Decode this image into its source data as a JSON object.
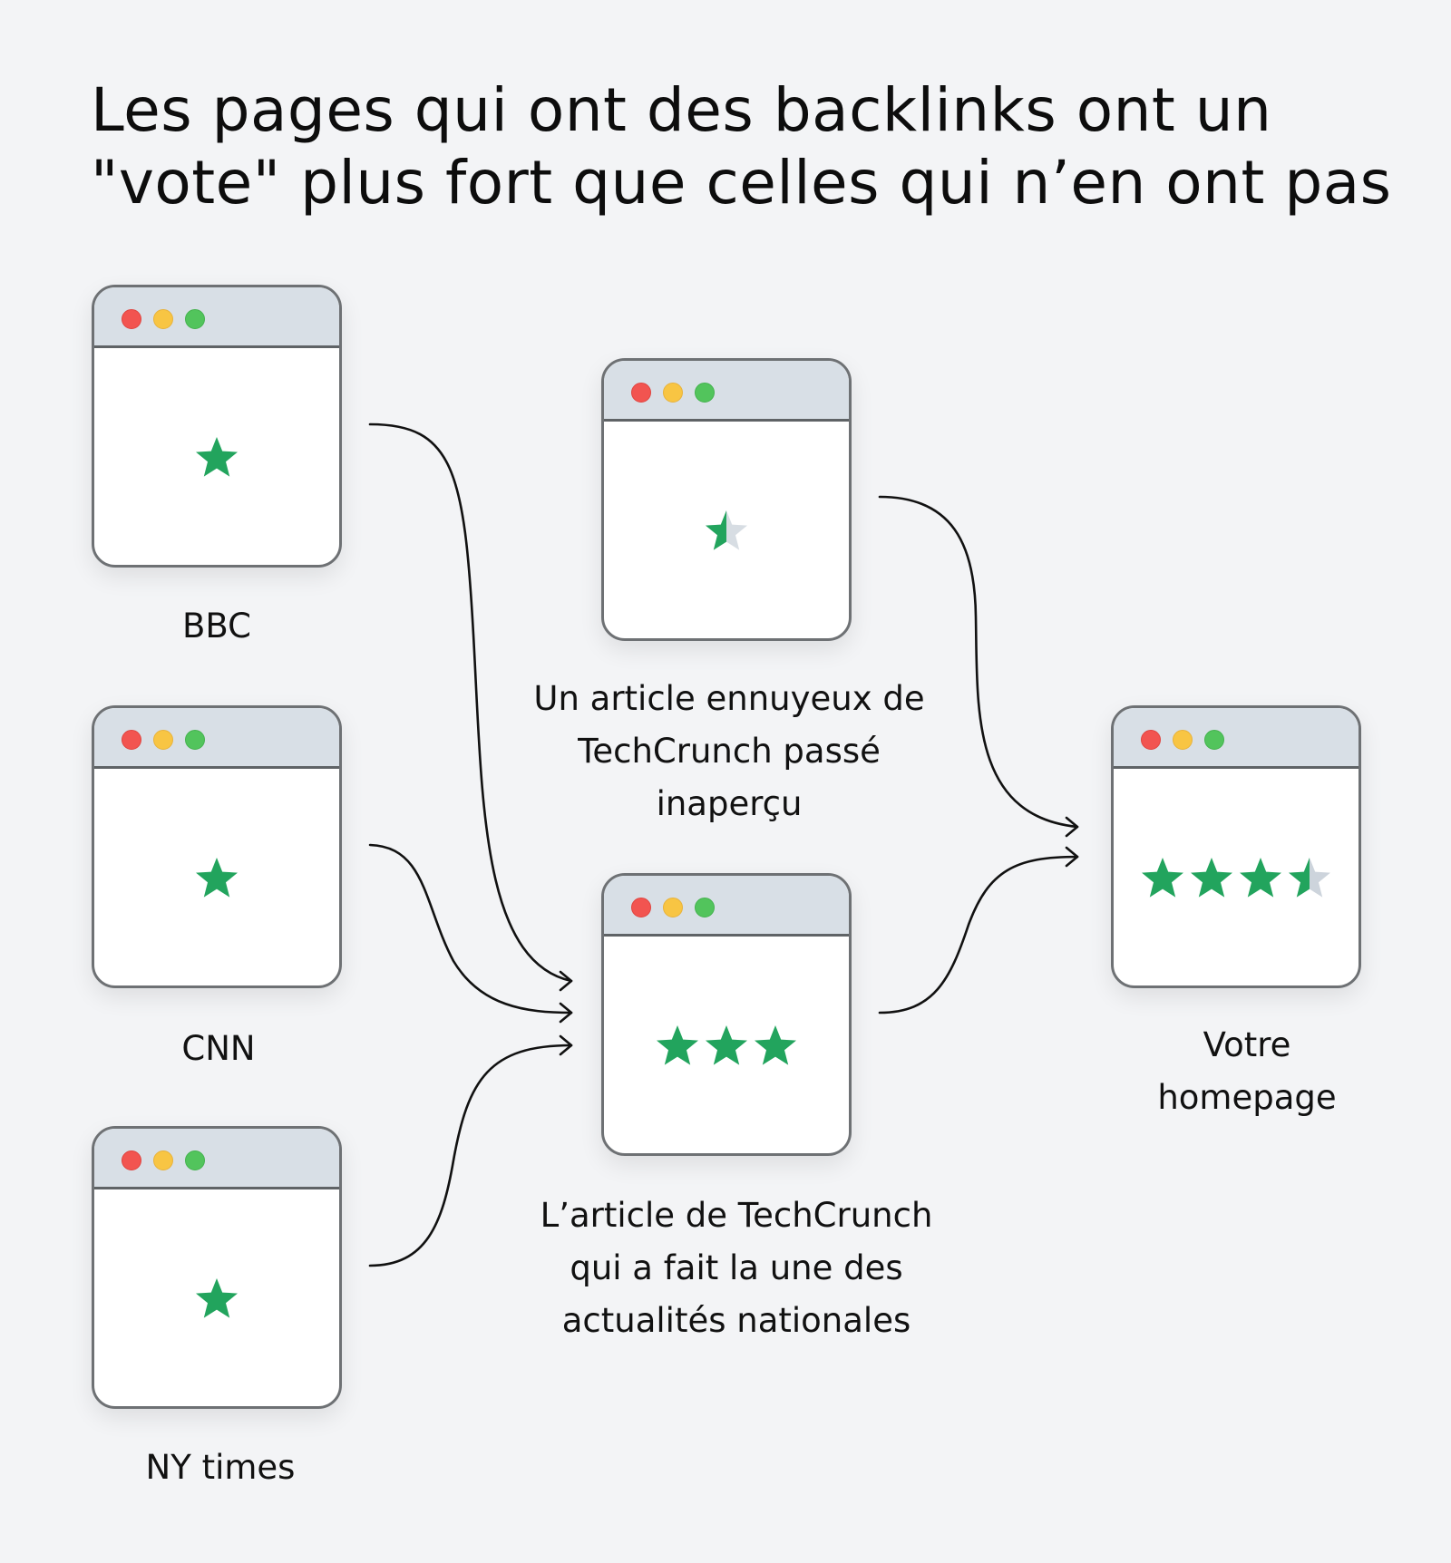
{
  "title": {
    "line1": "Les pages qui ont des backlinks ont un",
    "line2": "\"vote\" plus fort que celles qui n’en ont pas"
  },
  "colors": {
    "background": "#f3f4f6",
    "star_filled": "#22a45d",
    "star_empty": "#d7dde3",
    "window_bar": "#d8dfe6",
    "window_border": "#6e7174",
    "dot_red": "#f25450",
    "dot_yellow": "#f8c543",
    "dot_green": "#52c45c"
  },
  "sources": [
    {
      "label": "BBC",
      "stars": 1,
      "icon": "star-icon"
    },
    {
      "label": "CNN",
      "stars": 1,
      "icon": "star-icon"
    },
    {
      "label": "NY times",
      "stars": 1,
      "icon": "star-icon"
    }
  ],
  "middle": {
    "boring_article": {
      "lines": [
        "Un article ennuyeux de",
        "TechCrunch passé",
        "inaperçu"
      ],
      "stars": 0.5
    },
    "featured_article": {
      "lines": [
        "L’article de TechCrunch",
        "qui a fait la une des",
        "actualités nationales"
      ],
      "stars": 3
    }
  },
  "homepage": {
    "lines": [
      "Votre",
      "homepage"
    ],
    "stars": 3.5
  },
  "links": [
    {
      "from": "BBC",
      "to": "L’article de TechCrunch"
    },
    {
      "from": "CNN",
      "to": "L’article de TechCrunch"
    },
    {
      "from": "NY times",
      "to": "L’article de TechCrunch"
    },
    {
      "from": "Un article ennuyeux de TechCrunch",
      "to": "Votre homepage"
    },
    {
      "from": "L’article de TechCrunch",
      "to": "Votre homepage"
    }
  ]
}
